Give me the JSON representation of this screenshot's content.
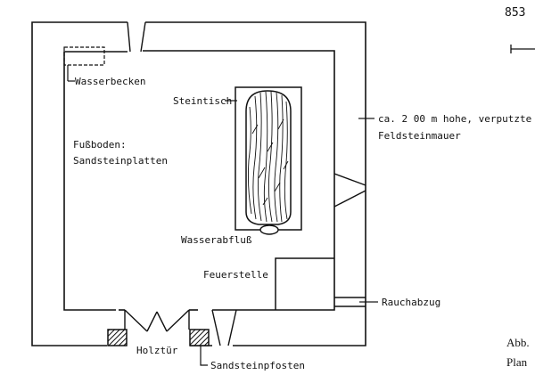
{
  "page_number": "853",
  "labels": {
    "wasserbecken": "Wasserbecken",
    "steintisch": "Steintisch",
    "fussboden_line1": "Fußboden:",
    "fussboden_line2": "Sandsteinplatten",
    "wall_line1": "ca. 2 00 m hohe, verputzte",
    "wall_line2": "Feldsteinmauer",
    "wasserabfluss": "Wasserabfluß",
    "feuerstelle": "Feuerstelle",
    "rauchabzug": "Rauchabzug",
    "holztuer": "Holztür",
    "sandsteinpfosten": "Sandsteinpfosten"
  },
  "caption": {
    "line1": "Abb.",
    "line2": "Plan"
  }
}
